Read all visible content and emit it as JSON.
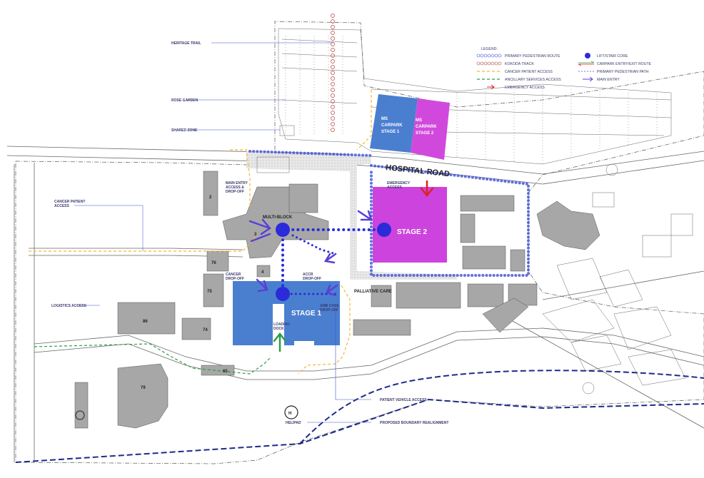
{
  "labels": {
    "heritage_trail": "HERITAGE TRAIL",
    "rose_garden": "ROSE GARDEN",
    "shared_zone": "SHARED ZONE",
    "cancer_patient_access": "CANCER PATIENT\nACCESS",
    "logistics_access": "LOGISTICS ACCESS",
    "hospital_road": "HOSPITAL ROAD",
    "emergency_access": "EMERGENCY\nACCESS",
    "main_entry": "MAIN ENTRY\nACCESS &\nDROP-OFF",
    "multi_block": "MULTI-BLOCK",
    "stage2": "STAGE 2",
    "stage1": "STAGE 1",
    "ms_carpark_1": "MS\nCARPARK\nSTAGE 1",
    "ms_carpark_2": "MS\nCARPARK\nSTAGE 2",
    "cancer_dropoff": "CANCER\nDROP-OFF",
    "accr_dropoff": "ACCR\nDROP-OFF",
    "amb_care_dropoff": "AMB CARE\nDROP-OFF",
    "loading_dock": "LOADING\nDOCK",
    "palliative_care": "PALLIATIVE\nCARE",
    "patient_vehicle_access": "PATIENT VEHICLE ACCESS",
    "proposed_boundary": "PROPOSED BOUNDARY REALIGNMENT",
    "helipad": "HELIPAD",
    "helipad_symbol": "H"
  },
  "buildings": {
    "b2": "2",
    "b3": "3",
    "b4": "4",
    "b74": "74",
    "b75": "75",
    "b76": "76",
    "b79": "79",
    "b86": "86",
    "b65": "65"
  },
  "legend": {
    "title": "LEGEND:",
    "items": [
      {
        "label": "PRIMARY PEDESTRIAN ROUTE",
        "icon": "blue-circles"
      },
      {
        "label": "KOKODA TRACK",
        "icon": "red-circles"
      },
      {
        "label": "CANCER PATIENT ACCESS",
        "icon": "yellow-dash"
      },
      {
        "label": "ANCILLARY SERVICES ACCESS",
        "icon": "green-dash"
      },
      {
        "label": "EMERGENCY ACCESS",
        "icon": "red-arrow"
      },
      {
        "label": "LIFT/STAIR CORE",
        "icon": "blue-dot"
      },
      {
        "label": "CARPARK ENTRY/EXIT ROUTE",
        "icon": "double-arrow"
      },
      {
        "label": "PRIMARY PEDESTRIAN PATH",
        "icon": "purple-dash"
      },
      {
        "label": "MAIN ENTRY",
        "icon": "purple-arrow"
      }
    ]
  },
  "colors": {
    "stage1": "#4a7fd0",
    "stage2": "#cc44dd",
    "carpark2": "#d149dc",
    "building": "#a7a7a7",
    "ped_route": "#3b4fd6",
    "kokoda": "#b83a3a",
    "cancer_access": "#f2b833",
    "ancillary": "#2e9a4a",
    "boundary": "#1e2a88",
    "main_entry": "#5a3fd6",
    "emergency": "#e02020",
    "lift": "#2b2bd9"
  }
}
